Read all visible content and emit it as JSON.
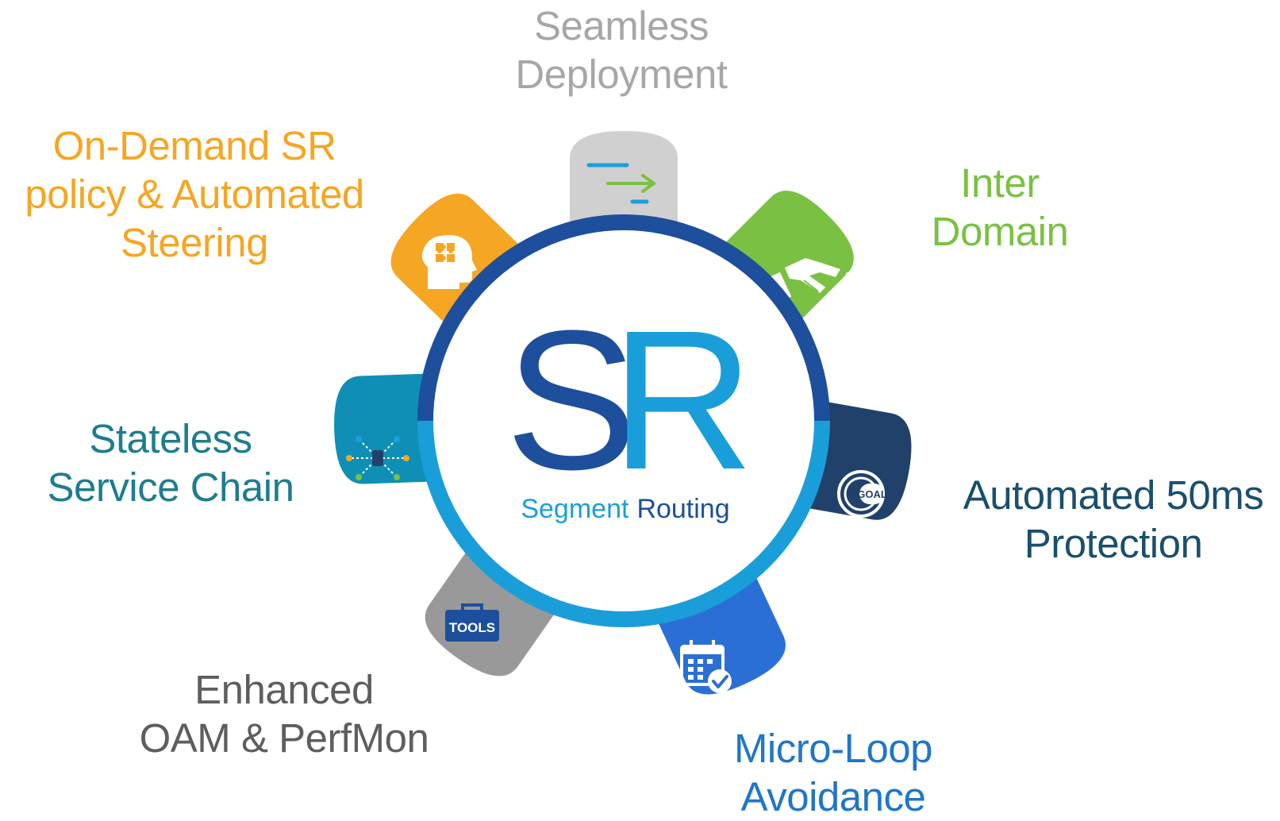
{
  "center": {
    "letters_left": "S",
    "letters_right": "R",
    "subtitle_part1": "Segment",
    "subtitle_part2": "Routing"
  },
  "features": [
    {
      "lines": [
        "Seamless",
        "Deployment"
      ],
      "icon": "arrows-icon",
      "color": "#d0d0d0",
      "text_color": "#a7a7a7"
    },
    {
      "lines": [
        "Inter",
        "Domain"
      ],
      "icon": "handshake-icon",
      "color": "#7ac143",
      "text_color": "#7ac143"
    },
    {
      "lines": [
        "Automated 50ms",
        "Protection"
      ],
      "icon": "goal-icon",
      "icon_text": "GOAL",
      "color": "#21416b",
      "text_color": "#1a4f6e"
    },
    {
      "lines": [
        "Micro-Loop",
        "Avoidance"
      ],
      "icon": "calendar-check-icon",
      "color": "#2b6fd6",
      "text_color": "#1f76c9"
    },
    {
      "lines": [
        "Enhanced",
        "OAM & PerfMon"
      ],
      "icon": "toolbox-icon",
      "icon_text": "TOOLS",
      "color": "#999999",
      "text_color": "#5e5e5e"
    },
    {
      "lines": [
        "Stateless",
        "Service Chain"
      ],
      "icon": "network-node-icon",
      "color": "#0f8fb5",
      "text_color": "#1e7d8f"
    },
    {
      "lines": [
        "On-Demand SR",
        "policy & Automated",
        "Steering"
      ],
      "icon": "brain-puzzle-icon",
      "color": "#f5a623",
      "text_color": "#f5a623"
    }
  ],
  "colors": {
    "ring_outer": "#1d4f9c",
    "ring_inner": "#1a9ed9",
    "s_color": "#1d4f9c",
    "r_color": "#1a9ed9"
  }
}
